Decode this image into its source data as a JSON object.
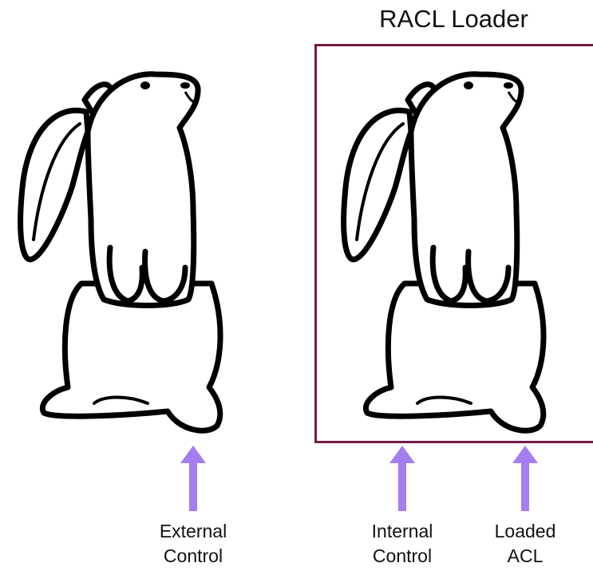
{
  "loader": {
    "title": "RACL Loader",
    "border_color": "#741b47"
  },
  "arrows": {
    "color": "#a47ef0",
    "external": {
      "line1": "External",
      "line2": "Control"
    },
    "internal": {
      "line1": "Internal",
      "line2": "Control"
    },
    "loaded": {
      "line1": "Loaded",
      "line2": "ACL"
    }
  },
  "icons": [
    "rabbit-icon",
    "rabbit-icon"
  ]
}
